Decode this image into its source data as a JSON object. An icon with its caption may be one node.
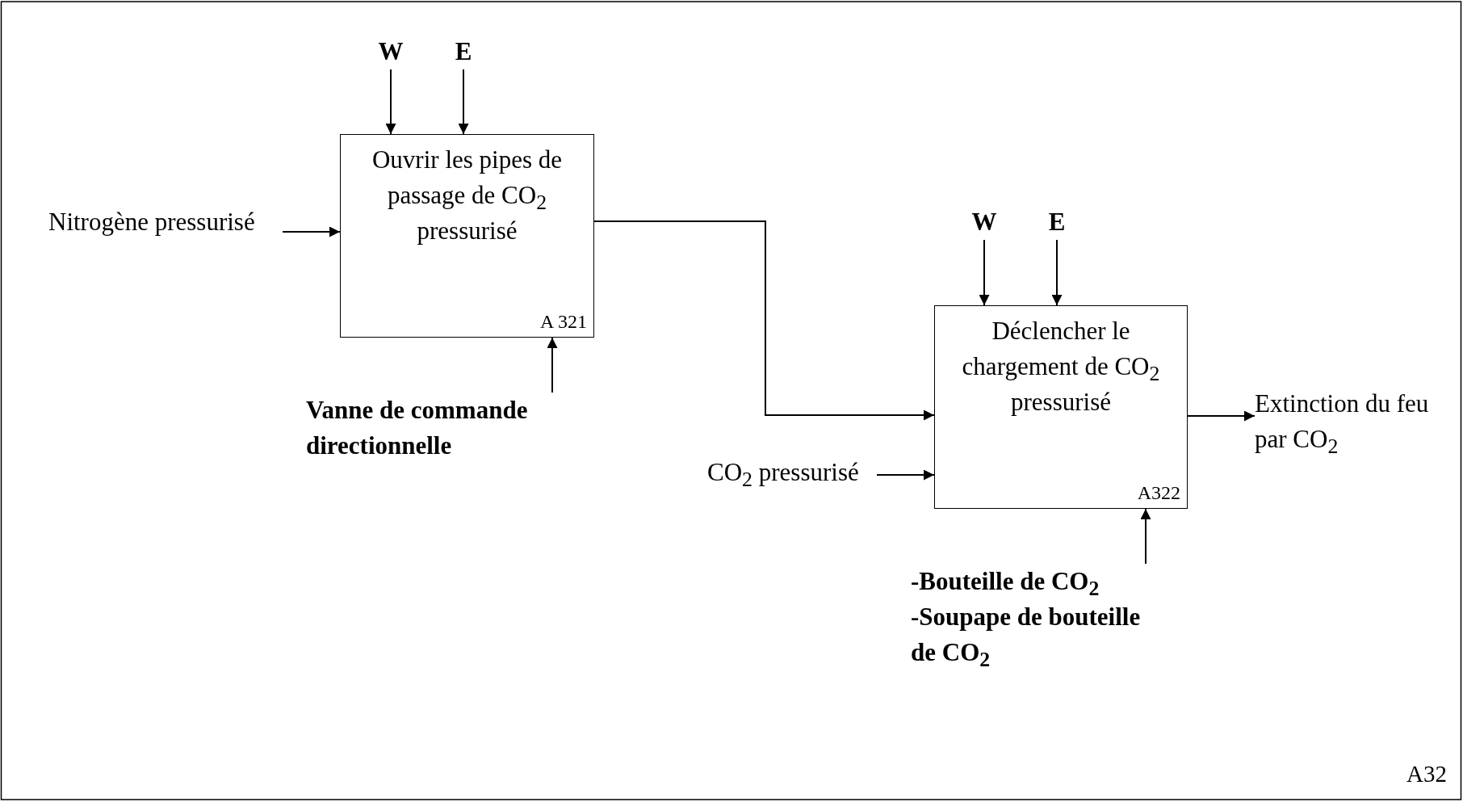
{
  "diagram": {
    "nodes": [
      {
        "text": [
          "W"
        ]
      },
      {
        "text": [
          "E"
        ]
      },
      {
        "text": [
          "Ouvrir les pipes de passage de CO$_{2}$ pressurisé",
          "A 321"
        ]
      },
      {
        "text": [
          "Nitrogène pressurisé"
        ]
      },
      {
        "text": [
          "Vanne de commande directionnelle"
        ]
      },
      {
        "text": [
          "W"
        ]
      },
      {
        "text": [
          "E"
        ]
      },
      {
        "text": [
          "Déclencher le chargement de CO$_{2}$ pressurisé",
          "A322"
        ]
      },
      {
        "text": [
          "CO$_{2}$ pressurisé"
        ]
      },
      {
        "text": [
          "Extinction du feu par CO$_{2}$"
        ]
      },
      {
        "text": [
          "-Bouteille de CO$_{2}$",
          "-Soupape de bouteille de CO$_{2}$"
        ]
      }
    ],
    "edges": [
      {
        "from": 0,
        "to": 2,
        "arrow": "to"
      },
      {
        "from": 1,
        "to": 2,
        "arrow": "to"
      },
      {
        "from": 3,
        "to": 2,
        "arrow": "to"
      },
      {
        "from": 4,
        "to": 2,
        "arrow": "to"
      },
      {
        "from": 2,
        "to": 7,
        "arrow": "to"
      },
      {
        "from": 5,
        "to": 7,
        "arrow": "to"
      },
      {
        "from": 6,
        "to": 7,
        "arrow": "to"
      },
      {
        "from": 8,
        "to": 7,
        "arrow": "to"
      },
      {
        "from": 7,
        "to": 9,
        "arrow": "to"
      },
      {
        "from": 10,
        "to": 7,
        "arrow": "to"
      }
    ],
    "labels": [
      "A32"
    ]
  }
}
